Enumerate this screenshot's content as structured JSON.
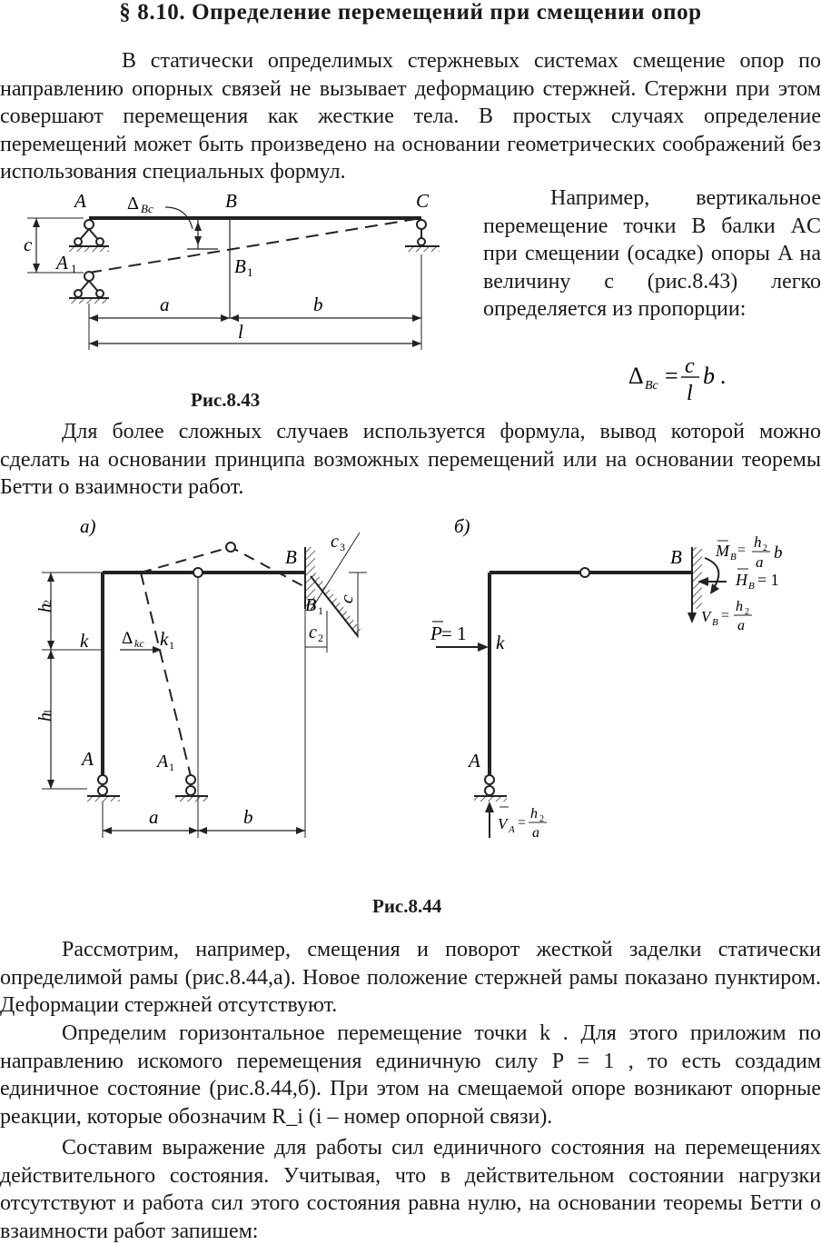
{
  "title": "§ 8.10. Определение перемещений при смещении опор",
  "paragraphs": {
    "p1": "В статически определимых стержневых системах смещение опор по направлению опорных связей не вызывает деформацию стержней. Стержни при этом совершают перемещения как жесткие тела. В простых случаях определение перемещений может быть произведено на основании геометрических соображений без использования специальных формул.",
    "p2": "Например, вертикальное перемещение точки B балки AC при смещении (осадке) опоры A на величину c (рис.8.43) легко определяется из пропорции:",
    "p3": "Для более сложных случаев используется формула, вывод которой можно сделать на основании принципа возможных перемещений или на основании теоремы Бетти о взаимности работ.",
    "p4": "Рассмотрим, например, смещения и поворот жесткой заделки статически определимой рамы (рис.8.44,а). Новое положение стержней рамы показано пунктиром. Деформации стержней отсутствуют.",
    "p5": "Определим горизонтальное перемещение точки k . Для этого приложим по направлению искомого перемещения единичную силу P = 1 , то есть создадим единичное состояние (рис.8.44,б). При этом на смещаемой опоре возникают опорные реакции, которые обозначим R_i (i – номер опорной связи).",
    "p6": "Составим выражение для работы сил единичного состояния на перемещениях действительного состояния. Учитывая, что в действительном состоянии нагрузки отсутствуют и работа сил этого состояния равна нулю, на основании теоремы Бетти о взаимности работ запишем:"
  },
  "formula": {
    "lhs": "Δ",
    "lhs_sub": "Bc",
    "eq": "=",
    "num": "c",
    "den": "l",
    "rhs": "b ."
  },
  "fig43": {
    "caption": "Рис.8.43",
    "labels": {
      "A": "A",
      "B": "B",
      "C": "C",
      "A1": "A",
      "A1_sub": "1",
      "B1": "B",
      "B1_sub": "1",
      "c": "c",
      "a": "a",
      "b": "b",
      "l": "l",
      "delta": "Δ",
      "delta_sub": "Bc"
    }
  },
  "fig44": {
    "caption": "Рис.8.44",
    "panel_a": "а)",
    "panel_b": "б)",
    "labels_a": {
      "B": "B",
      "B1": "B",
      "B1_sub": "1",
      "k": "k",
      "k1": "k",
      "k1_sub": "1",
      "A": "A",
      "A1": "A",
      "A1_sub": "1",
      "h1": "h",
      "h1_sub": "1",
      "h2": "h",
      "h2_sub": "2",
      "a": "a",
      "b": "b",
      "c1": "c",
      "c1_sub": "1",
      "c2": "c",
      "c2_sub": "2",
      "c3": "c",
      "c3_sub": "3",
      "delta": "Δ",
      "delta_sub": "kc"
    },
    "labels_b": {
      "B": "B",
      "k": "k",
      "A": "A",
      "P": "P",
      "P_eq": " = 1",
      "MB": "M",
      "MB_sub": "B",
      "MB_eq": "=",
      "MB_num": "h",
      "MB_num_sub": "2",
      "MB_den": "a",
      "MB_b": "b",
      "HB": "H",
      "HB_sub": "B",
      "HB_eq": "= 1",
      "VB": "V",
      "VB_sub": "B",
      "VB_eq": "=",
      "VB_num": "h",
      "VB_num_sub": "2",
      "VB_den": "a",
      "VA": "V",
      "VA_sub": "A",
      "VA_eq": "=",
      "VA_num": "h",
      "VA_num_sub": "2",
      "VA_den": "a"
    }
  }
}
